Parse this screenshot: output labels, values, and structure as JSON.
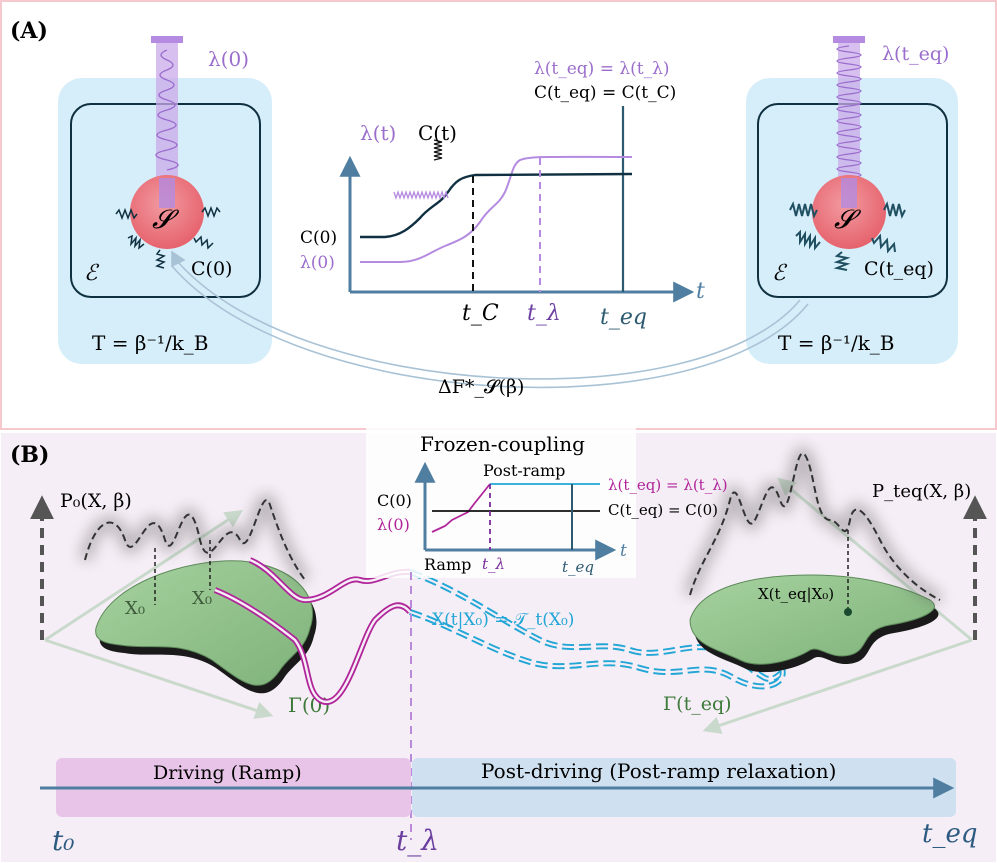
{
  "colors": {
    "panel_a_border": "#f6c9cf",
    "panel_b_bg": "#f6eef6",
    "bath_bg": "#d6eefa",
    "system_red": "#ee7780",
    "lambda_purple": "#9b6dcc",
    "dark_teal": "#0f3040",
    "axis_blue": "#4f7ea0",
    "surface_green": "#8fc08a",
    "magenta": "#b0259a",
    "cyan": "#21a6d6",
    "ramp_pink": "#e8c5e8",
    "relax_blue": "#cfe0f0"
  },
  "panel_a": {
    "label": "(A)",
    "left_box": {
      "lambda0": "λ(0)",
      "system": "𝓢",
      "bath": "ℰ",
      "coupling": "C(0)",
      "temperature": "T = β⁻¹/k_B"
    },
    "right_box": {
      "lambda_teq": "λ(t_eq)",
      "system": "𝓢",
      "bath": "ℰ",
      "coupling": "C(t_eq)",
      "temperature": "T = β⁻¹/k_B"
    },
    "free_energy": "ΔF*_𝓢(β)",
    "plot": {
      "lambda_t": "λ(t)",
      "c_t": "C(t)",
      "c0": "C(0)",
      "lambda0": "λ(0)",
      "eq_top": "λ(t_eq) = λ(t_λ)",
      "eq_bottom": "C(t_eq) = C(t_C)",
      "tick_tc": "t_C",
      "tick_tlambda": "t_λ",
      "tick_teq": "t_eq",
      "axis_t": "t"
    }
  },
  "panel_b": {
    "label": "(B)",
    "left": {
      "distribution": "P₀(X, β)",
      "x0_a": "X₀",
      "x0_b": "X₀",
      "gamma": "Γ(0)"
    },
    "right": {
      "distribution": "P_teq(X, β)",
      "point": "X(t_eq|X₀)",
      "gamma": "Γ(t_eq)"
    },
    "trajectory": "X(t|X₀) = 𝒯_t(X₀)",
    "inset": {
      "title": "Frozen-coupling",
      "post_ramp": "Post-ramp",
      "ramp": "Ramp",
      "c0": "C(0)",
      "lambda0": "λ(0)",
      "eq_top": "λ(t_eq) = λ(t_λ)",
      "eq_bottom": "C(t_eq) = C(0)",
      "tick_tlambda": "t_λ",
      "tick_teq": "t_eq",
      "axis_t": "t"
    },
    "timeline": {
      "driving": "Driving (Ramp)",
      "post_driving": "Post-driving (Post-ramp relaxation)",
      "t0": "t₀",
      "tlambda": "t_λ",
      "teq": "t_eq"
    }
  }
}
